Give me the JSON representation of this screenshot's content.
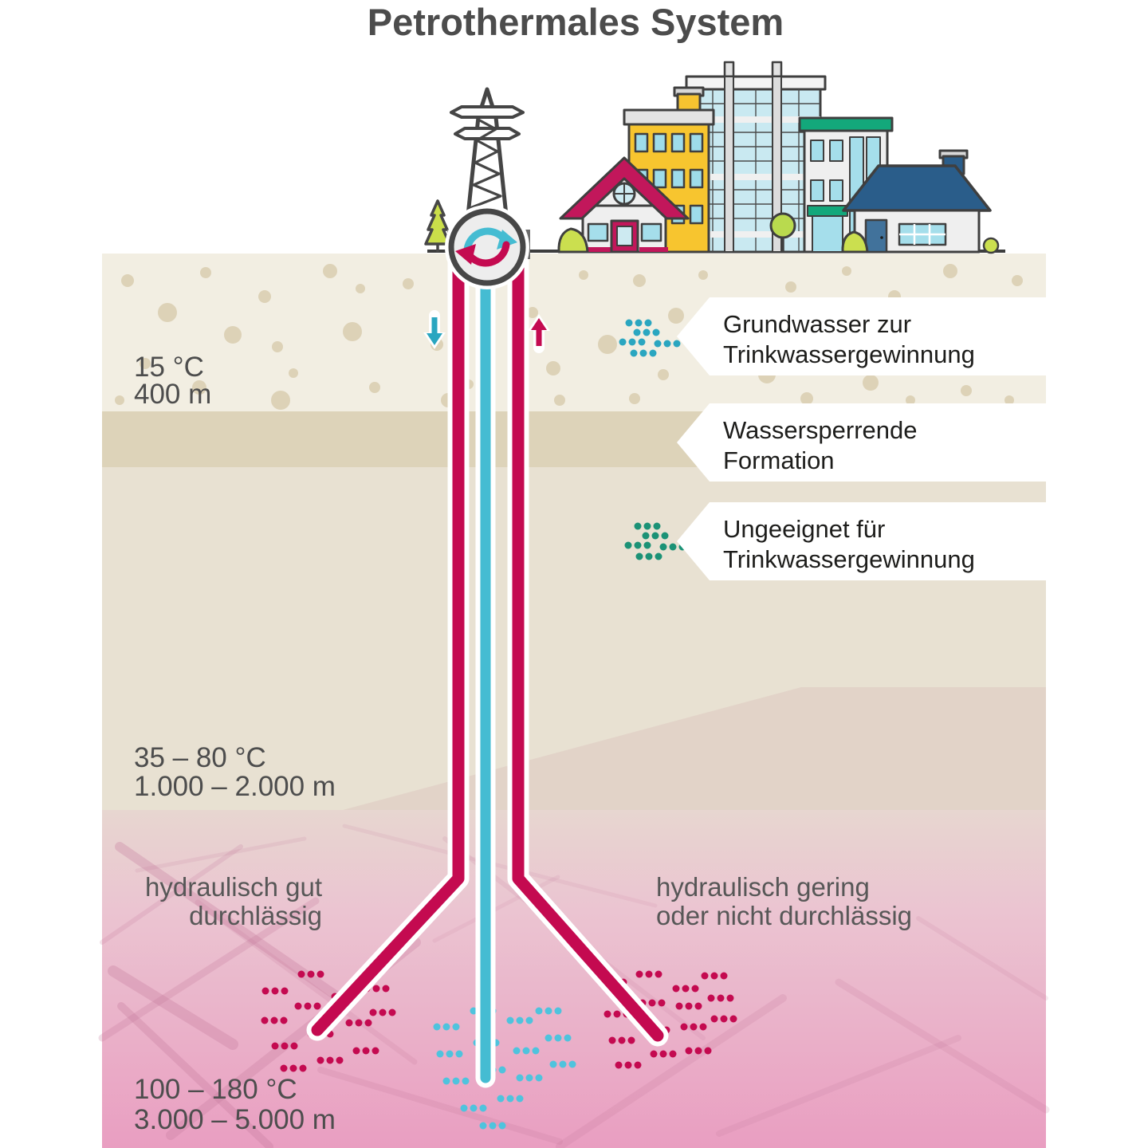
{
  "title": "Petrothermales System",
  "callouts": {
    "groundwater": {
      "line1": "Grundwasser zur",
      "line2": "Trinkwassergewinnung"
    },
    "sealing_formation": {
      "line1": "Wassersperrende",
      "line2": "Formation"
    },
    "unsuitable": {
      "line1": "Ungeeignet für",
      "line2": "Trinkwassergewinnung"
    }
  },
  "depth_markers": {
    "shallow": {
      "temperature": "15 °C",
      "depth": "400 m"
    },
    "middle": {
      "temperature": "35 – 80 °C",
      "depth": "1.000 – 2.000 m"
    },
    "deep": {
      "temperature": "100 – 180 °C",
      "depth": "3.000 – 5.000 m"
    }
  },
  "permeability": {
    "left": {
      "line1": "hydraulisch gut",
      "line2": "durchlässig"
    },
    "right": {
      "line1": "hydraulisch gering",
      "line2": "oder nicht durchlässig"
    }
  },
  "legend_colors": {
    "hot_water_pipe": "#c40a50",
    "cold_water_pipe": "#45bcd2",
    "groundwater_dots": "#2aa6c0",
    "unsuitable_water_dots": "#1b9276",
    "deep_injection_dots": "#4fc3dd"
  }
}
